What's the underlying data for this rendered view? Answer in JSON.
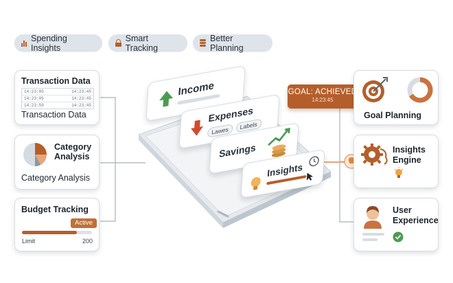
{
  "pills": [
    {
      "label": "Spending Insights",
      "icon": "bar-chart-icon"
    },
    {
      "label": "Smart Tracking",
      "icon": "lock-icon"
    },
    {
      "label": "Better Planning",
      "icon": "database-stack-icon"
    }
  ],
  "left_cards": {
    "transactions": {
      "title": "Transaction Data",
      "rows": [
        {
          "time_left": "14:23:05",
          "time_right": "14:23:45"
        },
        {
          "time_left": "14:23:05",
          "time_right": "14:23:45"
        },
        {
          "time_left": "14:23:50",
          "time_right": "14:23:45"
        }
      ],
      "caption": "Transaction Data"
    },
    "category": {
      "title_line1": "Category",
      "title_line2": "Analysis",
      "caption": "Category Analysis"
    },
    "budget": {
      "title": "Budget Tracking",
      "badge": "Active",
      "label_left": "Limit",
      "label_right": "200",
      "progress": 0.78
    }
  },
  "phone_cards": {
    "income": {
      "label": "Income"
    },
    "expenses": {
      "label": "Expenses",
      "tags": [
        "Lawes",
        "Labels"
      ]
    },
    "savings": {
      "label": "Savings"
    },
    "insights": {
      "label": "Insights"
    }
  },
  "goal_badge": {
    "title": "GOAL: ACHIEVED",
    "time": "14:23:45"
  },
  "right_cards": {
    "goal": {
      "title": "Goal Planning"
    },
    "engine": {
      "title_line1": "Insights",
      "title_line2": "Engine"
    },
    "user": {
      "title_line1": "User",
      "title_line2": "Experience"
    }
  },
  "colors": {
    "accent": "#b45f2b",
    "accent_light": "#e7a57a",
    "green": "#4e9a54",
    "red": "#d24a2e",
    "line": "#a9b1ba"
  }
}
